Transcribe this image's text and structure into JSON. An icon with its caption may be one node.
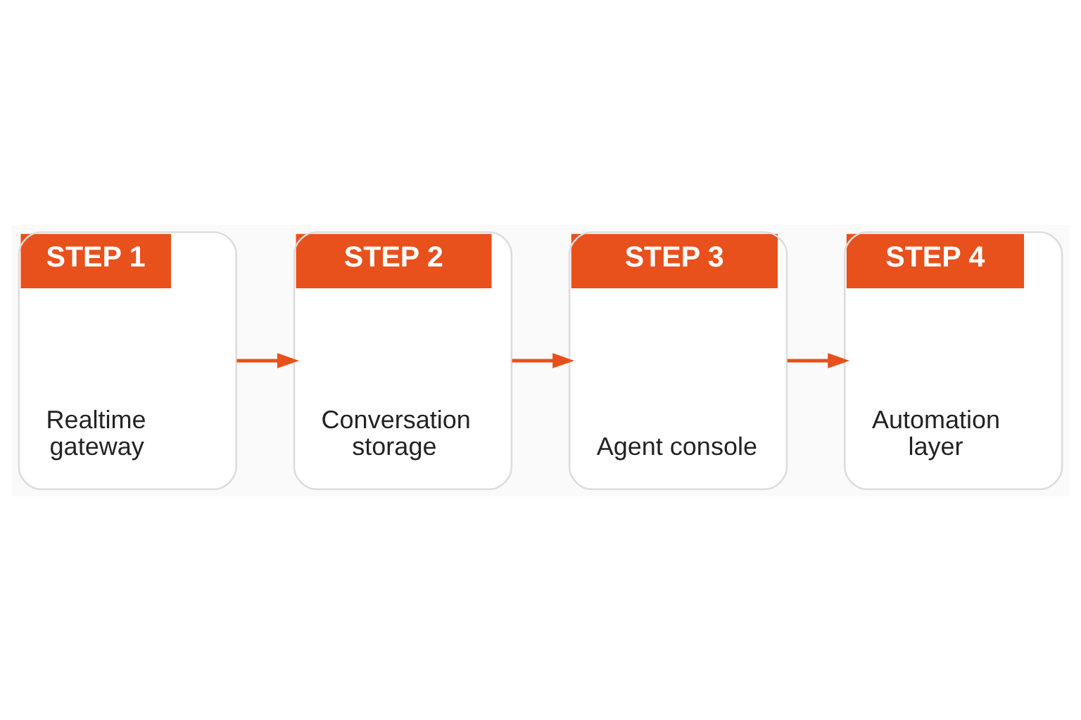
{
  "diagram": {
    "nodes": [
      {
        "text": [
          "STEP 1",
          "Realtime gateway"
        ]
      },
      {
        "text": [
          "STEP 2",
          "Conversation storage"
        ]
      },
      {
        "text": [
          "STEP 3",
          "Agent console"
        ]
      },
      {
        "text": [
          "STEP 4",
          "Automation layer"
        ]
      }
    ],
    "edges": [
      {
        "from": 0,
        "to": 1,
        "arrow": "to"
      },
      {
        "from": 1,
        "to": 2,
        "arrow": "to"
      },
      {
        "from": 2,
        "to": 3,
        "arrow": "to"
      }
    ]
  }
}
